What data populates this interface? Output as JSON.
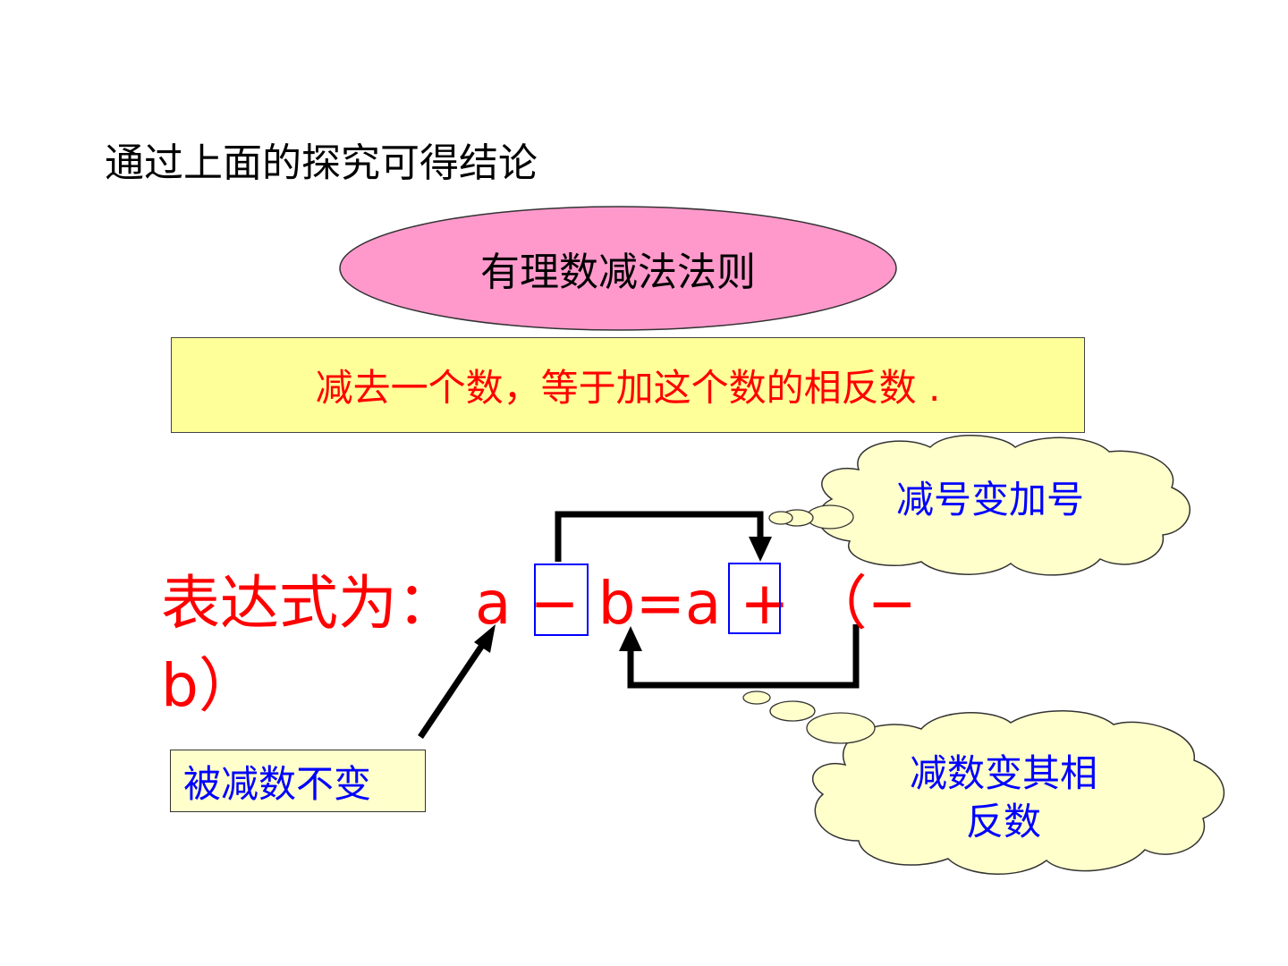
{
  "intro": "通过上面的探究可得结论",
  "rule_title": "有理数减法法则",
  "rule_text": "减去一个数，等于加这个数的相反数 .",
  "formula": {
    "line1": "表达式为：  a  −  b=a  +  （−",
    "line2": "b）"
  },
  "callouts": {
    "minuend": "被减数不变",
    "sign_change": "减号变加号",
    "subtrahend_line1": "减数变其相",
    "subtrahend_line2": "反数"
  },
  "colors": {
    "formula": "#ff0000",
    "callout_text": "#0000ff",
    "ellipse_fill": "#ff99cc",
    "rule_box_fill": "#ffff99",
    "cloud_fill": "#ffffcc"
  }
}
